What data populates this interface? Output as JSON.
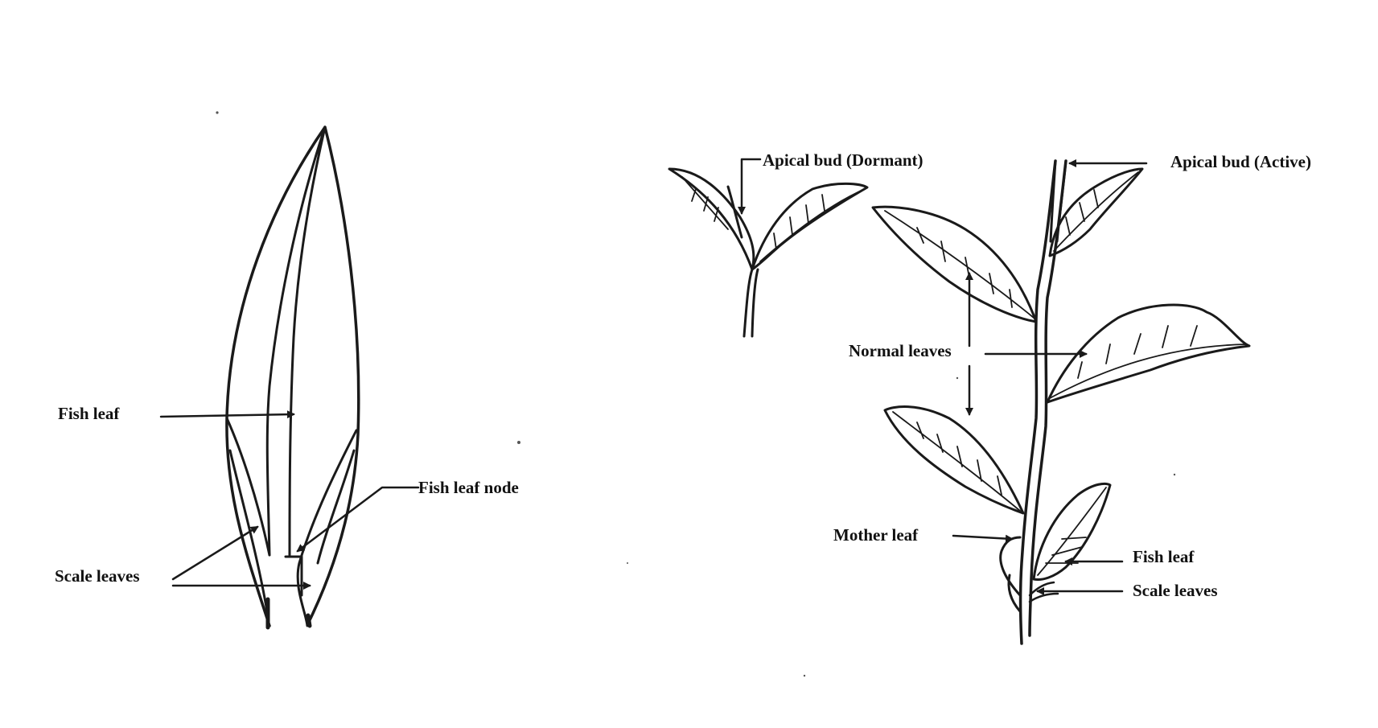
{
  "colors": {
    "ink": "#1a1a1a",
    "background": "#ffffff"
  },
  "left_diagram": {
    "labels": {
      "fish_leaf": "Fish leaf",
      "fish_leaf_node": "Fish leaf node",
      "scale_leaves": "Scale leaves"
    }
  },
  "right_diagram": {
    "labels": {
      "apical_bud_dormant": "Apical bud (Dormant)",
      "apical_bud_active": "Apical bud (Active)",
      "normal_leaves": "Normal leaves",
      "mother_leaf": "Mother leaf",
      "fish_leaf": "Fish leaf",
      "scale_leaves": "Scale leaves"
    }
  }
}
